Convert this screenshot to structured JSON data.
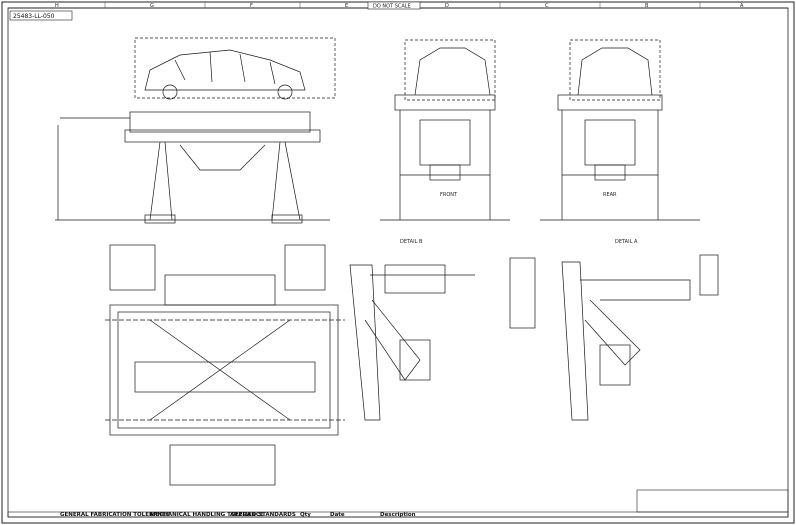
{
  "header": {
    "scale_note": "DO NOT SCALE",
    "drawing_number": "25483-LL-050",
    "grid_columns": [
      "H",
      "G",
      "F",
      "E",
      "D",
      "C",
      "B",
      "A"
    ]
  },
  "views": {
    "front_label": "FRONT",
    "rear_label": "REAR",
    "detail_left": "DETAIL B",
    "detail_right": "DETAIL A"
  },
  "title_block": {
    "cells": [
      "GENERAL FABRICATION TOLERANCE",
      "MECHANICAL HANDLING TOLERANCE",
      "APPLIED STANDARDS",
      "Qty",
      "Date",
      "Description"
    ]
  },
  "colors": {
    "line": "#1a1a1a",
    "paper": "#ffffff"
  }
}
